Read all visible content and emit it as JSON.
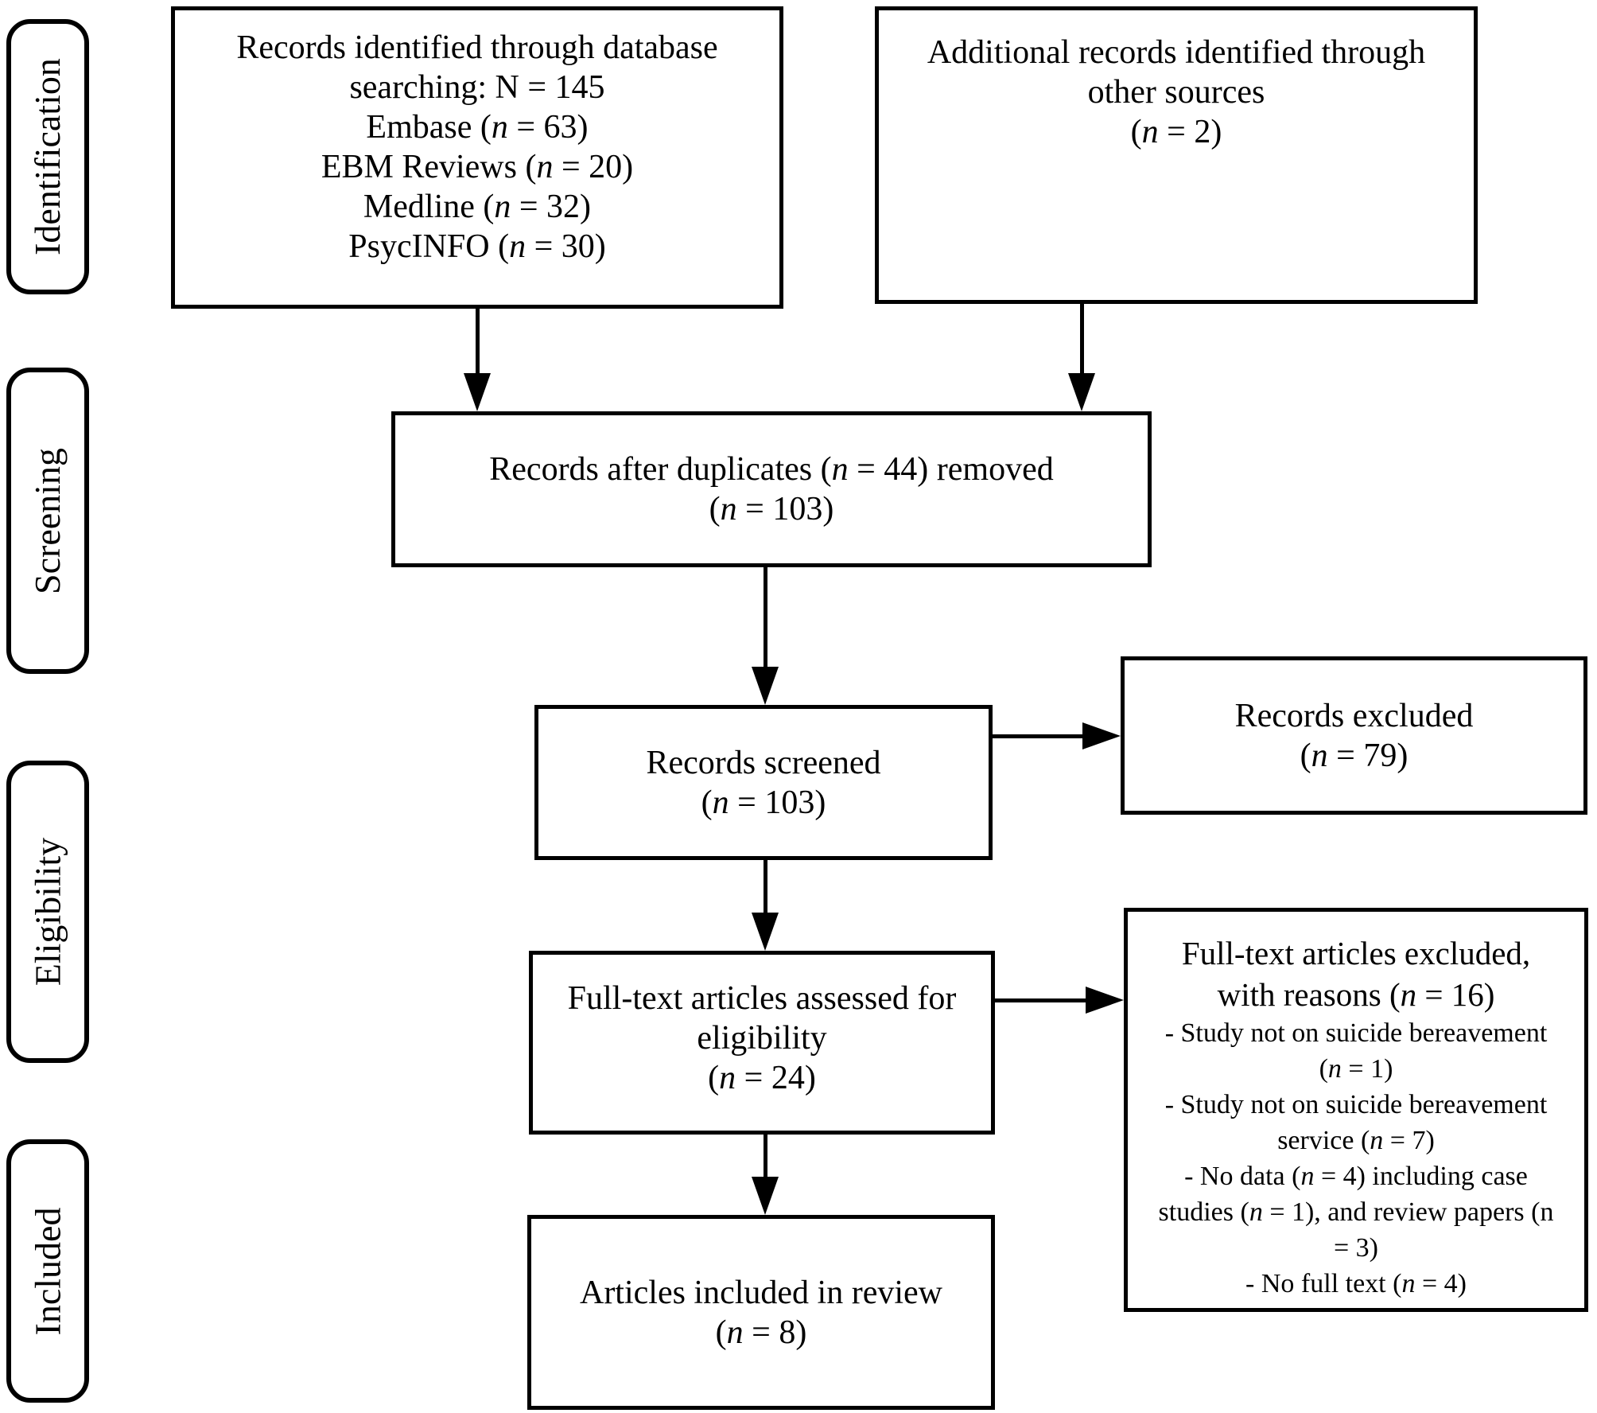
{
  "colors": {
    "ink": "#000000",
    "paper": "#ffffff"
  },
  "stages": {
    "identification": "Identification",
    "screening": "Screening",
    "eligibility": "Eligibility",
    "included": "Included"
  },
  "boxes": {
    "identified": {
      "lines": [
        "Records identified through database",
        "searching: N = 145",
        "Embase (<i>n</i> = 63)",
        "EBM Reviews (<i>n</i> = 20)",
        "Medline (<i>n</i> = 32)",
        "PsycINFO (<i>n</i> = 30)"
      ]
    },
    "additional": {
      "lines": [
        "Additional records identified through",
        "other sources",
        "(<i>n</i> = 2)"
      ]
    },
    "deduplicated": {
      "lines": [
        "Records after duplicates (<i>n</i> = 44) removed",
        "(<i>n</i> = 103)"
      ]
    },
    "screened": {
      "lines": [
        "Records screened",
        "(<i>n</i> = 103)"
      ]
    },
    "records_excluded": {
      "lines": [
        "Records excluded",
        "(<i>n</i> = 79)"
      ]
    },
    "fulltext_assessed": {
      "lines": [
        "Full-text articles assessed for",
        "eligibility",
        "(<i>n</i> = 24)"
      ]
    },
    "fulltext_excluded": {
      "title_lines": [
        "Full-text articles excluded,",
        "with reasons (<i>n</i> = 16)"
      ],
      "reason_lines": [
        "- Study not on suicide bereavement",
        "(<i>n</i> = 1)",
        "- Study not on suicide bereavement",
        "service (<i>n</i> = 7)",
        "- No data (<i>n</i> = 4) including case",
        "studies (<i>n</i> = 1), and review papers (n",
        "= 3)",
        "- No full text (<i>n</i> = 4)"
      ]
    },
    "included_review": {
      "lines": [
        "Articles included in review",
        "(<i>n</i> = 8)"
      ]
    }
  },
  "edges": [
    {
      "from": "identified",
      "to": "deduplicated"
    },
    {
      "from": "additional",
      "to": "deduplicated"
    },
    {
      "from": "deduplicated",
      "to": "screened"
    },
    {
      "from": "screened",
      "to": "records_excluded"
    },
    {
      "from": "screened",
      "to": "fulltext_assessed"
    },
    {
      "from": "fulltext_assessed",
      "to": "fulltext_excluded"
    },
    {
      "from": "fulltext_assessed",
      "to": "included_review"
    }
  ]
}
